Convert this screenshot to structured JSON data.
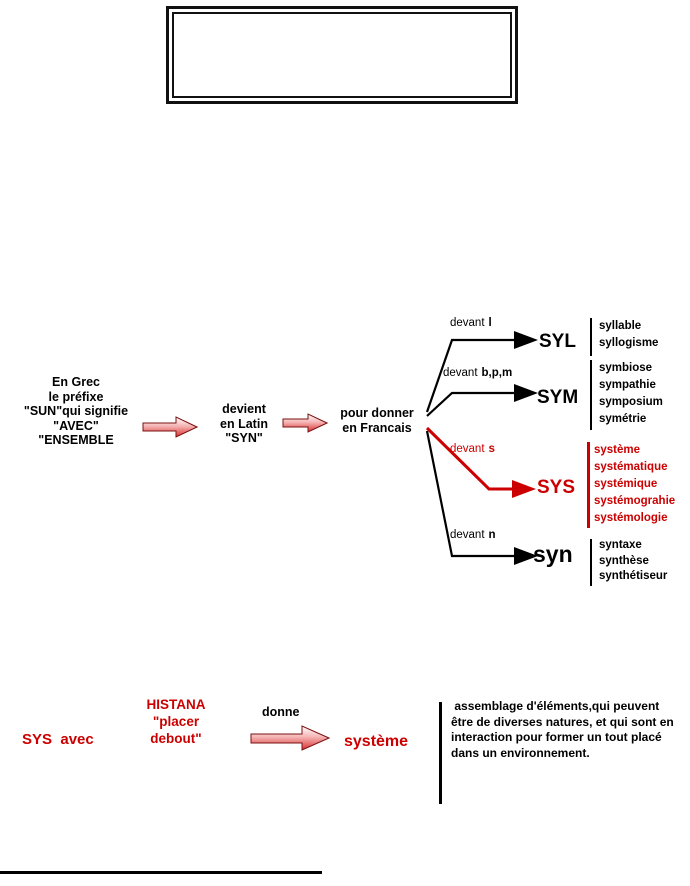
{
  "colors": {
    "red": "#cc0000",
    "black": "#000000"
  },
  "diagram": {
    "origin_lines": [
      "En Grec",
      "le préfixe",
      "\"SUN\"qui signifie",
      "\"AVEC\"",
      "\"ENSEMBLE"
    ],
    "latin_lines": [
      "devient",
      "en Latin",
      "\"SYN\""
    ],
    "french_lines": [
      "pour donner",
      "en Francais"
    ],
    "branches": [
      {
        "condition_word": "devant",
        "condition_letters": "l",
        "prefix": "SYL",
        "examples": [
          "syllable",
          "syllogisme"
        ]
      },
      {
        "condition_word": "devant",
        "condition_letters": "b,p,m",
        "prefix": "SYM",
        "examples": [
          "symbiose",
          "sympathie",
          "symposium",
          "symétrie"
        ]
      },
      {
        "condition_word": "devant",
        "condition_letters": "s",
        "prefix": "SYS",
        "examples": [
          "système",
          "systématique",
          "systémique",
          "systémograhie",
          "systémologie"
        ]
      },
      {
        "condition_word": "devant",
        "condition_letters": "n",
        "prefix": "syn",
        "examples": [
          "syntaxe",
          "synthèse",
          "synthétiseur"
        ]
      }
    ]
  },
  "formation": {
    "sys_avec": "SYS  avec",
    "histana_lines": [
      "HISTANA",
      "\"placer",
      "debout\""
    ],
    "donne": "donne",
    "result": "système",
    "definition": " assemblage d'éléments,qui peuvent être de diverses natures, et qui sont en interaction pour former un tout placé dans un environnement."
  }
}
